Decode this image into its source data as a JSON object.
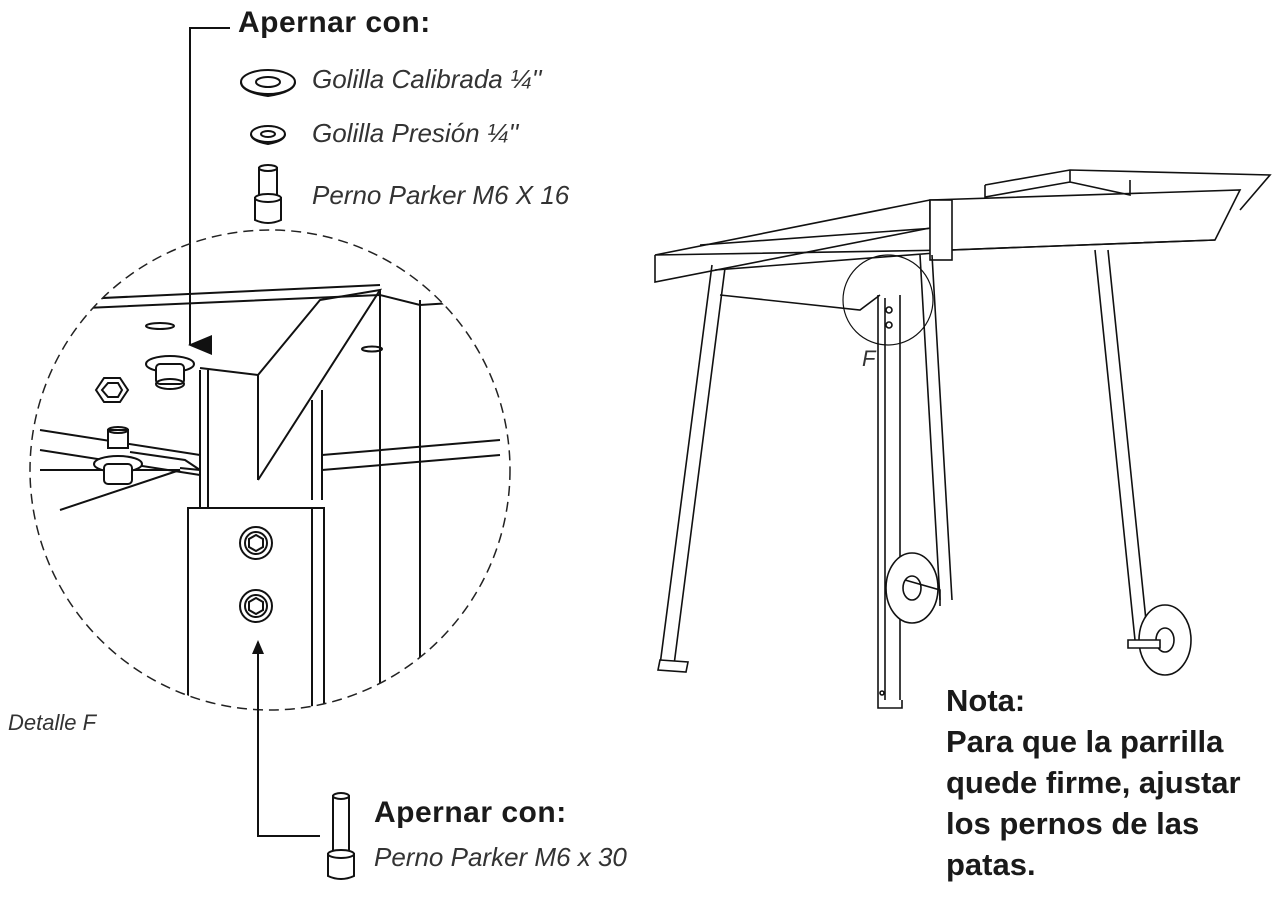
{
  "top_callout": {
    "heading": "Apernar con:",
    "items": [
      {
        "icon": "flat-washer-icon",
        "label": "Golilla Calibrada ¼''"
      },
      {
        "icon": "lock-washer-icon",
        "label": "Golilla Presión ¼''"
      },
      {
        "icon": "bolt-icon",
        "label": "Perno Parker M6 X 16"
      }
    ]
  },
  "bottom_callout": {
    "heading": "Apernar con:",
    "item": {
      "icon": "long-bolt-icon",
      "label": "Perno Parker M6 x 30"
    }
  },
  "detail_label": "Detalle F",
  "detail_marker": "F",
  "note": {
    "title": "Nota:",
    "lines": [
      "Para que la parrilla",
      "quede firme, ajustar",
      "los pernos de las",
      "patas."
    ]
  }
}
